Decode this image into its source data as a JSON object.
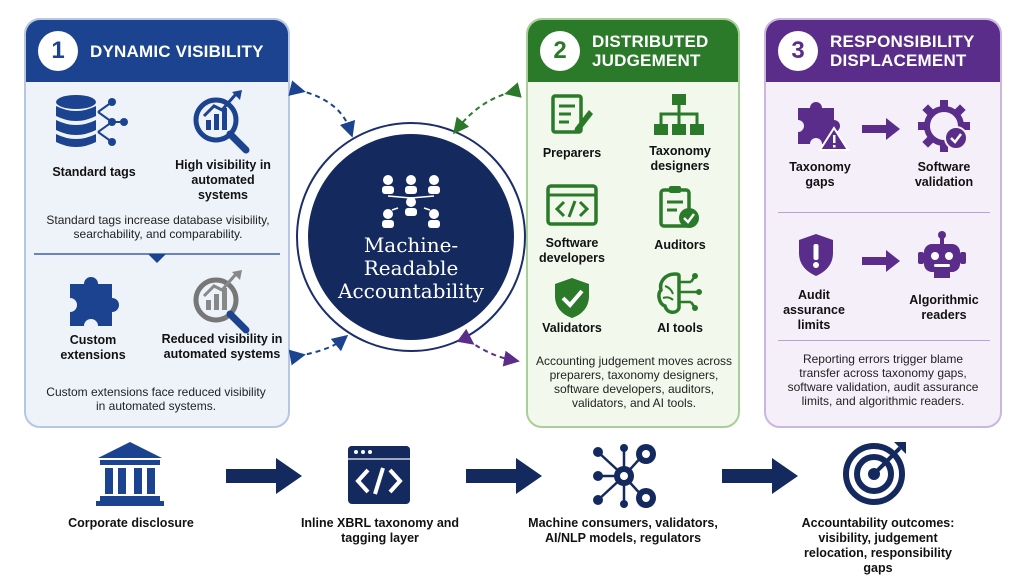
{
  "panel1": {
    "number": "1",
    "title": "DYNAMIC VISIBILITY",
    "standard_tags": "Standard tags",
    "high_visibility": "High visibility in automated systems",
    "standard_desc": "Standard tags increase database visibility, searchability, and comparability.",
    "custom_extensions": "Custom extensions",
    "reduced_visibility": "Reduced visibility in automated systems",
    "custom_desc": "Custom extensions face reduced visibility in automated systems."
  },
  "panel2": {
    "number": "2",
    "title": "DISTRIBUTED JUDGEMENT",
    "preparers": "Preparers",
    "taxonomy_designers": "Taxonomy designers",
    "software_developers": "Software developers",
    "auditors": "Auditors",
    "validators": "Validators",
    "ai_tools": "AI tools",
    "desc": "Accounting judgement moves across preparers, taxonomy designers, software developers, auditors, validators, and AI tools."
  },
  "panel3": {
    "number": "3",
    "title": "RESPONSIBILITY DISPLACEMENT",
    "taxonomy_gaps": "Taxonomy gaps",
    "software_validation": "Software validation",
    "audit_limits": "Audit assurance limits",
    "algorithmic_readers": "Algorithmic readers",
    "desc": "Reporting errors trigger blame transfer across taxonomy gaps, software validation, audit assurance limits, and algorithmic readers."
  },
  "center": {
    "title": "Machine-Readable Accountability"
  },
  "flow": {
    "step1": "Corporate disclosure",
    "step2": "Inline XBRL taxonomy and tagging layer",
    "step3": "Machine consumers, validators, AI/NLP models, regulators",
    "step4": "Accountability outcomes: visibility, judgement relocation, responsibility gaps"
  },
  "colors": {
    "navy": "#14295e",
    "blue": "#1b4390",
    "green": "#2a7a2a",
    "purple": "#5a2d8a"
  }
}
